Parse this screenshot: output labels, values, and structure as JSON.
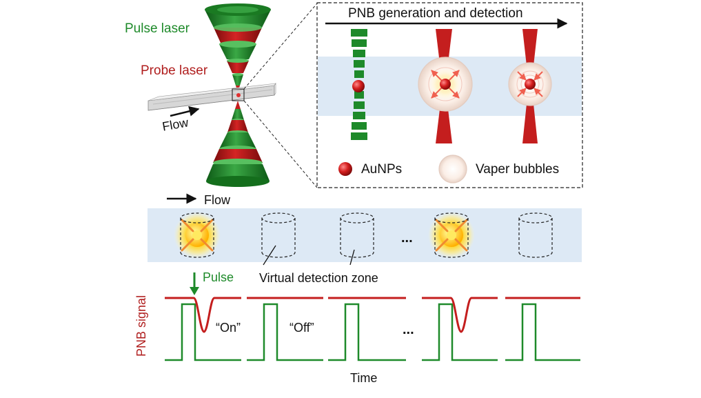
{
  "labels": {
    "pulse_laser": "Pulse laser",
    "probe_laser": "Probe laser",
    "flow_top": "Flow",
    "flow_mid": "Flow",
    "inset_title": "PNB generation and detection",
    "legend_aunps": "AuNPs",
    "legend_bubbles": "Vaper bubbles",
    "ellipsis_zones": "...",
    "virtual_zone": "Virtual detection zone",
    "pulse": "Pulse",
    "y_axis": "PNB signal",
    "on": "“On”",
    "off": "“Off”",
    "ellipsis_signal": "...",
    "x_axis": "Time"
  },
  "colors": {
    "pulse_green": "#1e8a2a",
    "probe_red": "#c41e1e",
    "channel_blue": "#dde9f5",
    "glow_yellow": "#ffd21f"
  },
  "zones": [
    {
      "state": "on"
    },
    {
      "state": "off"
    },
    {
      "state": "off"
    },
    {
      "state": "on"
    },
    {
      "state": "off"
    }
  ]
}
